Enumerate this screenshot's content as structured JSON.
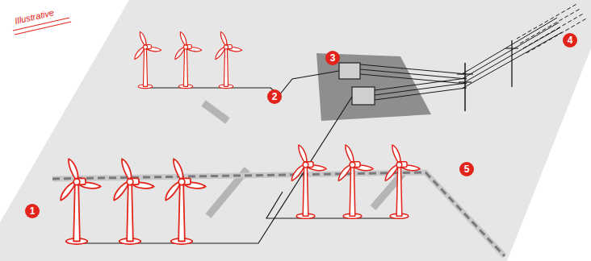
{
  "diagram": {
    "labels": [
      "Illustrative",
      "1",
      "2",
      "3",
      "4",
      "5"
    ]
  }
}
